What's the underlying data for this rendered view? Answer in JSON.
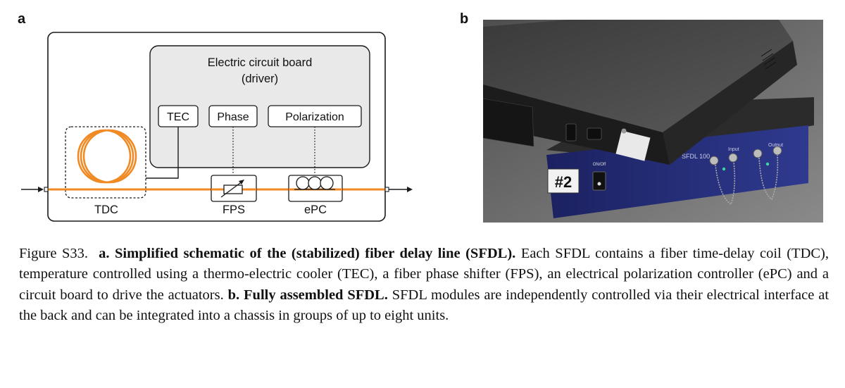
{
  "panel_labels": {
    "a": "a",
    "b": "b"
  },
  "schematic": {
    "board_title_line1": "Electric circuit board",
    "board_title_line2": "(driver)",
    "tec_label": "TEC",
    "phase_label": "Phase",
    "polarization_label": "Polarization",
    "tdc_label": "TDC",
    "fps_label": "FPS",
    "epc_label": "ePC",
    "colors": {
      "fiber": "#f08a24",
      "board_fill": "#e9e9e9",
      "stroke": "#1a1a1a"
    }
  },
  "photo": {
    "device_badge": "#2",
    "model_text": "SFDL 100",
    "input_label": "Input",
    "output_label": "Output",
    "switch_label": "ON/Off"
  },
  "caption": {
    "figure_label": "Figure S33.",
    "a_marker": "a.",
    "a_title": "Simplified schematic of the (stabilized) fiber delay line (SFDL).",
    "a_text": "Each SFDL contains a fiber time-delay coil (TDC), temperature controlled using a thermo-electric cooler (TEC), a fiber phase shifter (FPS), an electrical polarization controller (ePC) and a circuit board to drive the actuators.",
    "b_marker": "b.",
    "b_title": "Fully assembled SFDL.",
    "b_text": "SFDL modules are independently controlled via their electrical interface at the back and can be integrated into a chassis in groups of up to eight units."
  }
}
